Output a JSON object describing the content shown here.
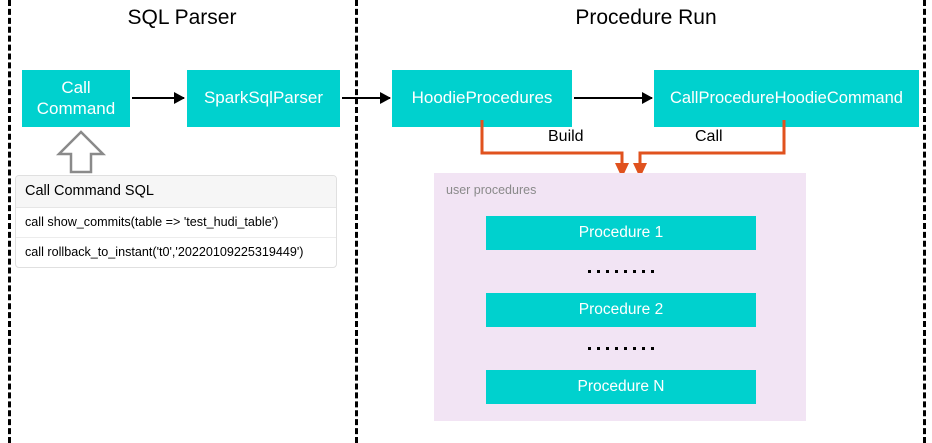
{
  "sections": {
    "left_title": "SQL Parser",
    "right_title": "Procedure Run"
  },
  "flow": {
    "call_command": "Call\nCommand",
    "call_command_line1": "Call",
    "call_command_line2": "Command",
    "spark_sql_parser": "SparkSqlParser",
    "hoodie_procedures": "HoodieProcedures",
    "call_procedure_hoodie_command": "CallProcedureHoodieCommand"
  },
  "connectors": {
    "build_label": "Build",
    "call_label": "Call",
    "orange_color": "#E0521E",
    "arrow_color": "#000000"
  },
  "sql_card": {
    "header": "Call Command SQL",
    "rows": [
      "call show_commits(table => 'test_hudi_table')",
      "call rollback_to_instant('t0','20220109225319449')"
    ]
  },
  "user_procedures": {
    "label": "user procedures",
    "panel_color": "#F2E4F4",
    "items": [
      {
        "label": "Procedure 1"
      },
      {
        "label": "Procedure 2"
      },
      {
        "label": "Procedure N"
      }
    ],
    "ellipsis_glyph": "........"
  },
  "theme": {
    "box_fill": "#00D1CE",
    "box_text": "#FFFFFF",
    "divider_style": "dashed-black"
  }
}
